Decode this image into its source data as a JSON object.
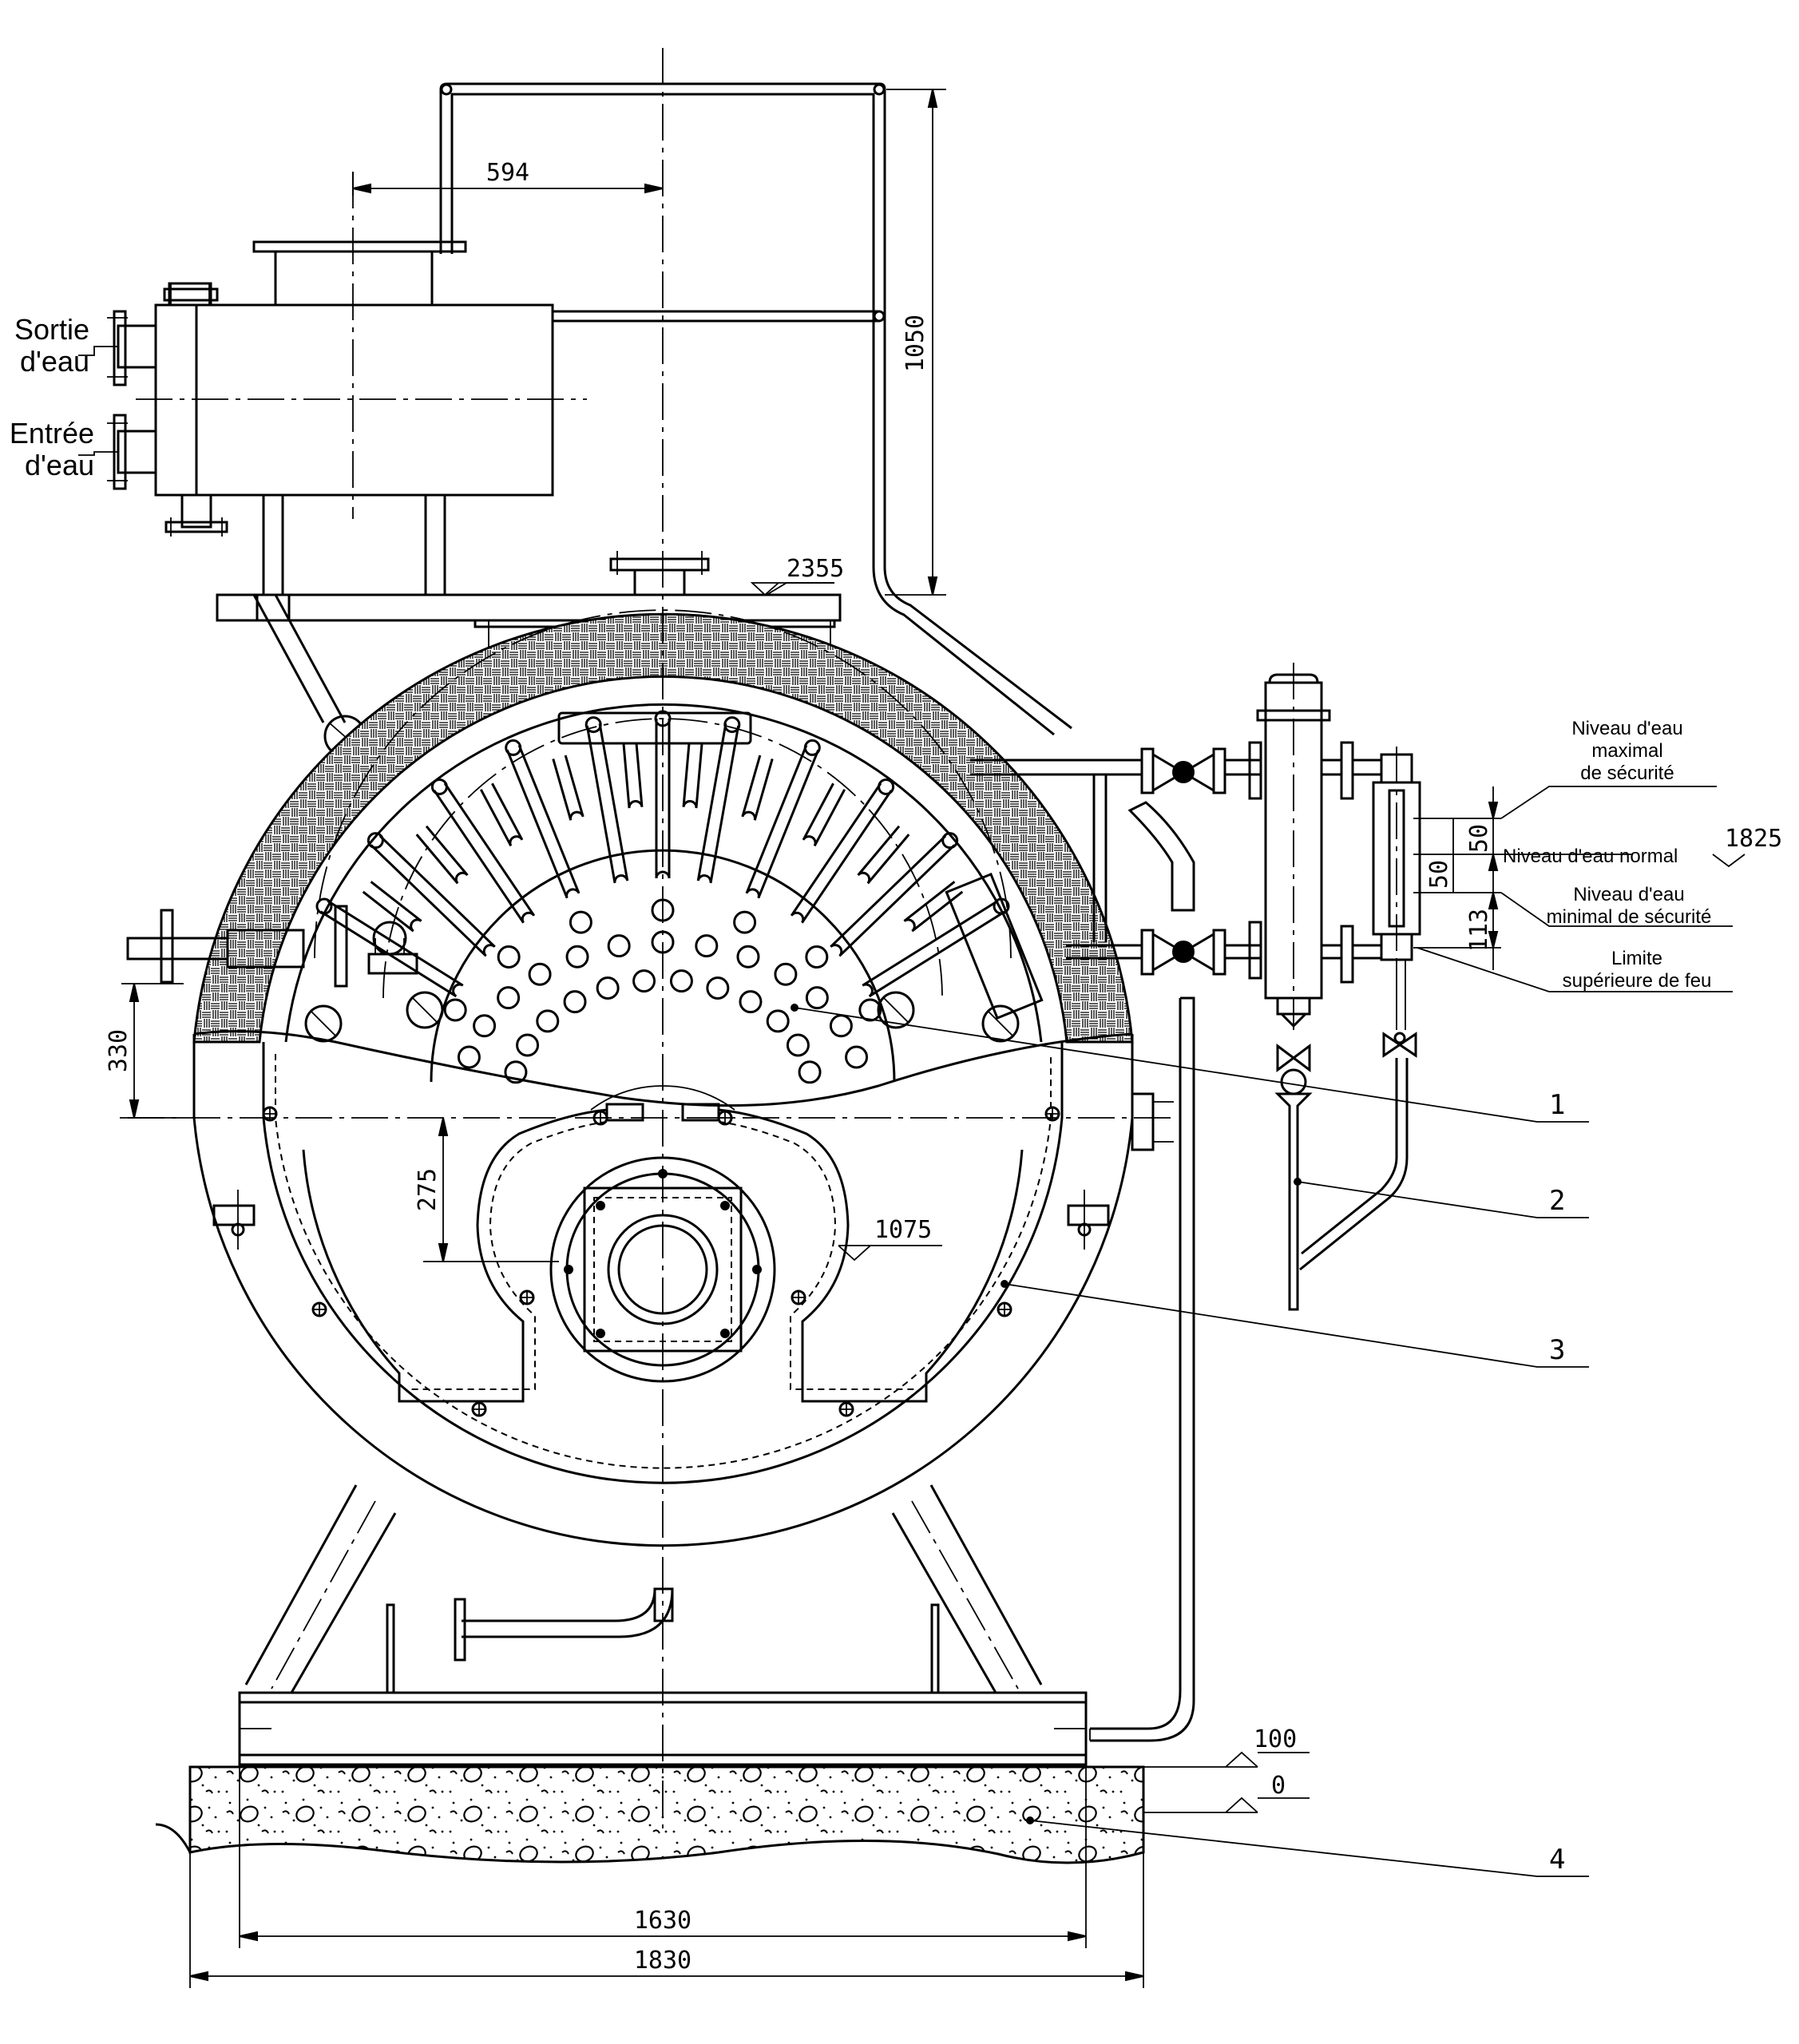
{
  "labels": {
    "water_outlet": [
      "Sortie",
      "d'eau"
    ],
    "water_inlet": [
      "Entrée",
      "d'eau"
    ],
    "max_safety_level": [
      "Niveau d'eau",
      "maximal",
      "de sécurité"
    ],
    "normal_level": "Niveau d'eau normal",
    "min_safety_level": [
      "Niveau d'eau",
      "minimal de sécurité"
    ],
    "fire_upper_limit": [
      "Limite",
      "supérieure de feu"
    ]
  },
  "dimensions": {
    "d594": "594",
    "d1050": "1050",
    "d2355": "2355",
    "d1825": "1825",
    "d50a": "50",
    "d50b": "50",
    "d113": "113",
    "d330": "330",
    "d275": "275",
    "d1075": "1075",
    "d100": "100",
    "d0": "0",
    "d1630": "1630",
    "d1830": "1830"
  },
  "callouts": [
    "1",
    "2",
    "3",
    "4"
  ]
}
